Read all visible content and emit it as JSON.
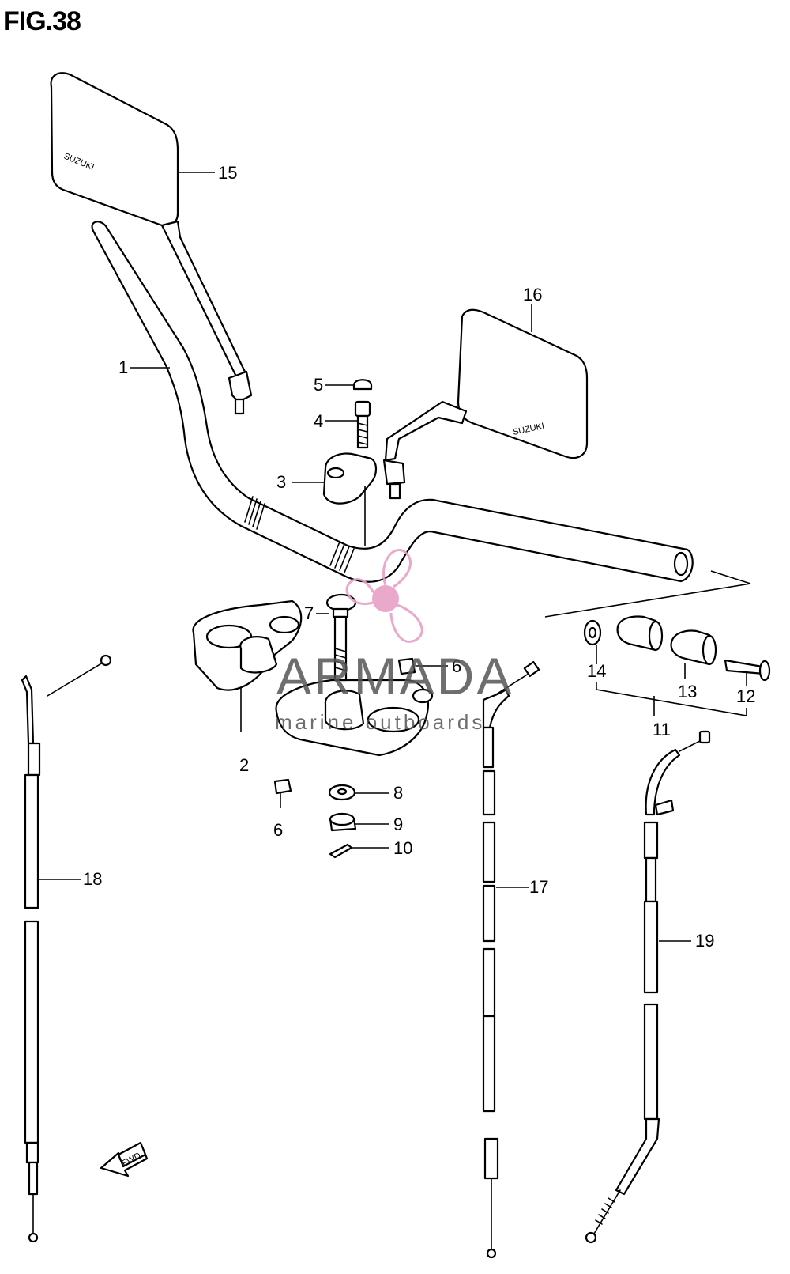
{
  "figure": {
    "title": "FIG.38"
  },
  "mirror_text": "SUZUKI",
  "fwd_label": "FWD",
  "watermark": {
    "brand": "ARMADA",
    "tagline": "marine outboards",
    "logo_color": "#e7a0c6"
  },
  "callouts": [
    {
      "id": "c1",
      "text": "1"
    },
    {
      "id": "c2",
      "text": "2"
    },
    {
      "id": "c3",
      "text": "3"
    },
    {
      "id": "c4",
      "text": "4"
    },
    {
      "id": "c5",
      "text": "5"
    },
    {
      "id": "c6a",
      "text": "6"
    },
    {
      "id": "c6b",
      "text": "6"
    },
    {
      "id": "c7",
      "text": "7"
    },
    {
      "id": "c8",
      "text": "8"
    },
    {
      "id": "c9",
      "text": "9"
    },
    {
      "id": "c10",
      "text": "10"
    },
    {
      "id": "c11",
      "text": "11"
    },
    {
      "id": "c12",
      "text": "12"
    },
    {
      "id": "c13",
      "text": "13"
    },
    {
      "id": "c14",
      "text": "14"
    },
    {
      "id": "c15",
      "text": "15"
    },
    {
      "id": "c16",
      "text": "16"
    },
    {
      "id": "c17",
      "text": "17"
    },
    {
      "id": "c18",
      "text": "18"
    },
    {
      "id": "c19",
      "text": "19"
    }
  ]
}
